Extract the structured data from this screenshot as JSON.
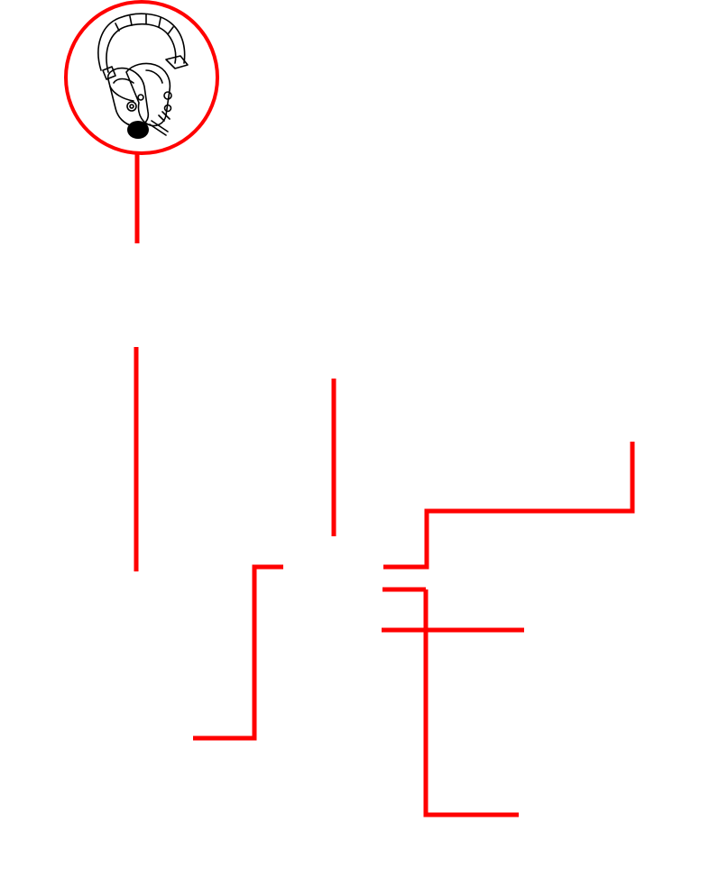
{
  "diagram": {
    "background_color": "#ffffff",
    "line_color": "#ff0000",
    "icon_ink_color": "#000000",
    "headset_callout": {
      "icon": "headset-icon"
    },
    "leader_lines": [
      {
        "name": "headset-leader-line"
      },
      {
        "name": "left-vertical-line"
      },
      {
        "name": "center-vertical-line"
      },
      {
        "name": "upper-right-elbow-line"
      },
      {
        "name": "lower-left-bracket-line"
      },
      {
        "name": "short-tick-line"
      },
      {
        "name": "middle-horizontal-line"
      },
      {
        "name": "lower-right-bracket-line"
      }
    ]
  }
}
